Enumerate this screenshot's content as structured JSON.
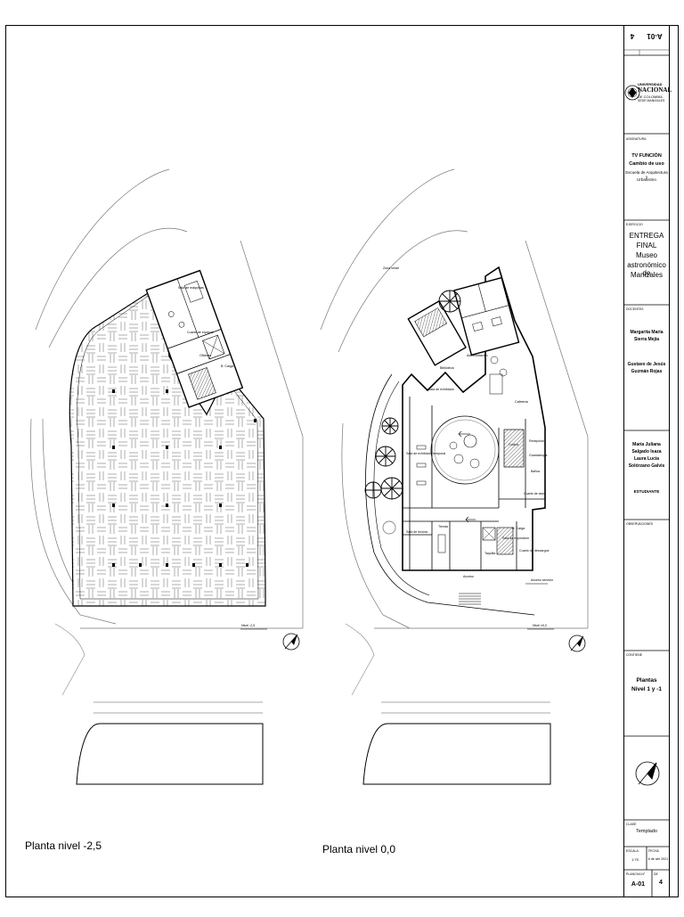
{
  "drawing_captions": {
    "left": "Planta nivel -2,5",
    "right": "Planta nivel 0,0"
  },
  "level_marks": {
    "left": "Nivel -2,5",
    "right": "Nivel ±0,0"
  },
  "title_block": {
    "sheet_code_rotated": "A-01",
    "sheet_number_rotated": "4",
    "university_logo": {
      "line1": "UNIVERSIDAD",
      "line2": "NACIONAL",
      "line3": "DE COLOMBIA",
      "line4": "SEDE MANIZALES"
    },
    "subject_label": "ASIGNATURA",
    "subject_lines": [
      "TV FUNCIÓN",
      "Cambio de uso",
      "Escuela de Arquitectura y",
      "Urbanismo"
    ],
    "exercise_label": "EJERCICIO",
    "exercise_lines": [
      "ENTREGA",
      "FINAL",
      "Museo",
      "astronómico de",
      "Manizales"
    ],
    "teachers_label": "DOCENTES",
    "teachers": [
      "Margarita María",
      "Sierra Mejía",
      "Gustavo de Jesús",
      "Guzmán Rojas"
    ],
    "students": [
      "María Juliana",
      "Salgado Isaza",
      "Laura Lucía",
      "Solórzano Galvis"
    ],
    "students_label": "ESTUDIANTE",
    "remarks_label": "OBSERVACIONES",
    "contents_label": "CONTIENE",
    "contents_lines": [
      "Plantas",
      "Nivel 1 y -1"
    ],
    "stage_label": "CLASE",
    "stage_value": "Templado",
    "scale_label": "ESCALA",
    "scale_value": "1:75",
    "date_label": "FECHA",
    "date_value": "6 de abr 2021",
    "plan_label": "PLANCHA N°",
    "plan_value": "A-01",
    "of_label": "DE",
    "of_value": "4"
  },
  "rooms_left": [
    "Sala de máquinas",
    "Cuarto de equipos",
    "Oficinas",
    "B. Carga"
  ],
  "rooms_right": [
    "Zona verde",
    "Administración",
    "Biblioteca",
    "Sala de exhibición",
    "Sala de exhibición temporal",
    "Cafetería",
    "Recepción",
    "Guardarropa",
    "Baños",
    "Cocina",
    "Cuarto de aseo",
    "Acceso",
    "Acceso servicio",
    "Sala de lectura",
    "Tienda",
    "Taquilla",
    "Sala de exposición",
    "B. Carga",
    "Cuarto de descargue"
  ],
  "colors": {
    "line": "#000000",
    "thin_line": "#555555",
    "background": "#ffffff",
    "tree": "#000000"
  }
}
